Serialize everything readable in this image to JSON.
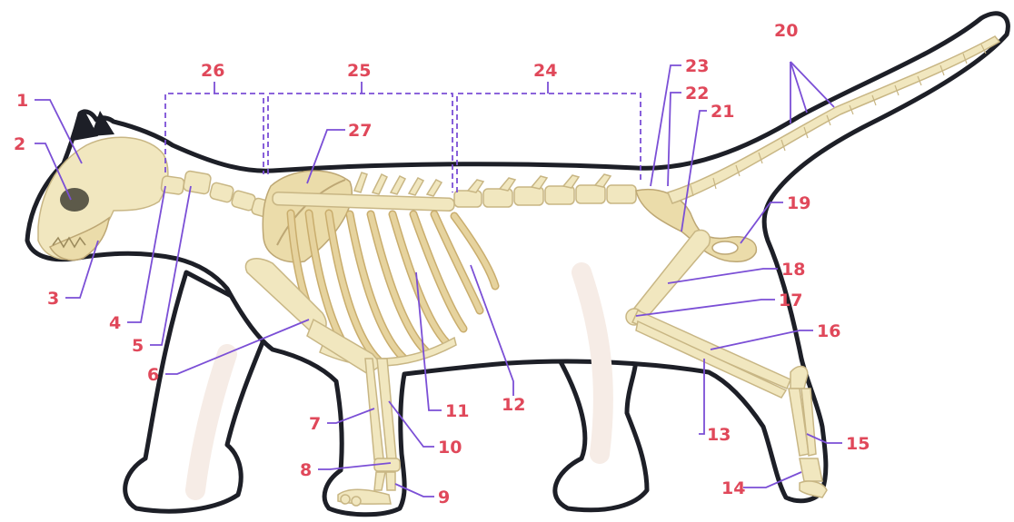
{
  "labels": [
    "1",
    "2",
    "3",
    "4",
    "5",
    "6",
    "7",
    "8",
    "9",
    "10",
    "11",
    "12",
    "13",
    "14",
    "15",
    "16",
    "17",
    "18",
    "19",
    "20",
    "21",
    "22",
    "23",
    "24",
    "25",
    "26",
    "27"
  ],
  "colors": {
    "label": "#e0485a",
    "leader": "#7b4fd6",
    "outline": "#1d1f27",
    "bone": "#f1e7bf",
    "bone_shade": "#c8b684"
  }
}
